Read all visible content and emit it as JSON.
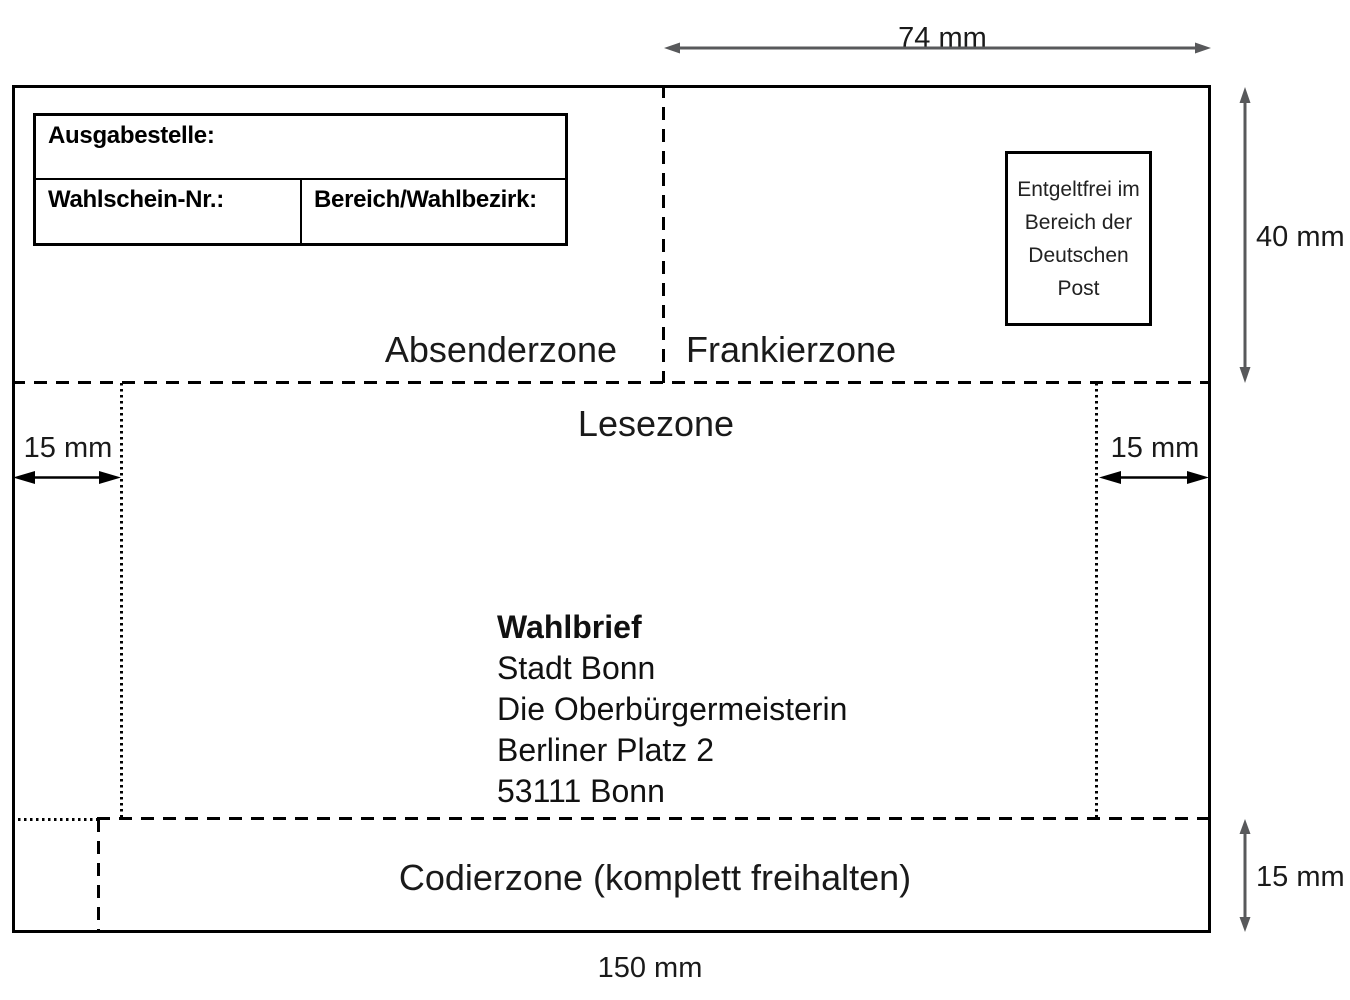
{
  "form_box": {
    "ausgabestelle": "Ausgabestelle:",
    "wahlschein_nr": "Wahlschein-Nr.:",
    "bereich_wahlbezirk": "Bereich/Wahlbezirk:"
  },
  "franking_notice": {
    "lines": [
      "Entgeltfrei im",
      "Bereich der",
      "Deutschen",
      "Post"
    ]
  },
  "zones": {
    "absender": "Absenderzone",
    "frankier": "Frankierzone",
    "lese": "Lesezone",
    "codier": "Codierzone (komplett freihalten)"
  },
  "address": {
    "lines": [
      "Wahlbrief",
      "Stadt Bonn",
      "Die Oberbürgermeisterin",
      "Berliner Platz 2",
      "53111 Bonn"
    ]
  },
  "dimensions": {
    "frankier_width": "74 mm",
    "absender_frankier_height": "40 mm",
    "left_margin": "15 mm",
    "right_margin": "15 mm",
    "codier_height": "15 mm",
    "envelope_width": "150 mm"
  },
  "colors": {
    "line": "#000000",
    "measure_arrow": "#58595b",
    "text": "#1a1a1a"
  }
}
